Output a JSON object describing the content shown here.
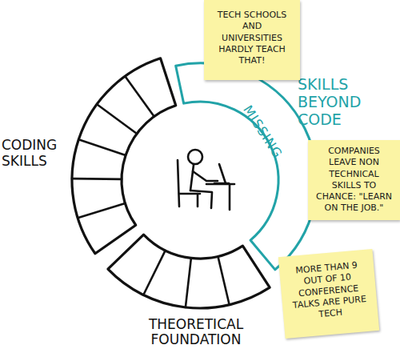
{
  "diagram": {
    "nodes": [
      {
        "text": [
          "TECH SCHOOLS AND UNIVERSITIES HARDLY TEACH THAT!"
        ]
      },
      {
        "text": [
          "MISSING",
          "SKILLS BEYOND CODE"
        ]
      },
      {
        "text": [
          "CODING SKILLS"
        ]
      },
      {
        "text": [
          "COMPANIES LEAVE NON TECHNICAL SKILLS TO CHANCE: \"LEARN ON THE JOB.\""
        ]
      },
      {
        "text": [
          "MORE THAN 9 OUT OF 10 CONFERENCE TALKS ARE PURE TECH"
        ]
      },
      {
        "text": [
          "THEORETICAL FOUNDATION"
        ]
      }
    ]
  }
}
